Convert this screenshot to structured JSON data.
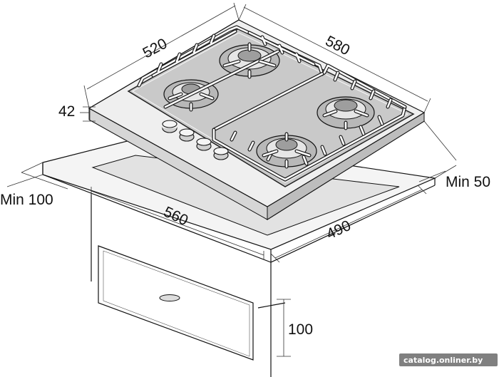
{
  "dimensions": {
    "top_width": "520",
    "top_depth": "580",
    "height": "42",
    "min_back": "Min 50",
    "min_front": "Min 100",
    "cutout_width": "560",
    "cutout_depth": "490",
    "drawer_gap": "100"
  },
  "watermark": "catalog.onliner.by",
  "colors": {
    "line": "#111111",
    "hob_top": "#cfcfcf",
    "hob_edge": "#9a9a9a",
    "grate": "#1a1a1a"
  }
}
